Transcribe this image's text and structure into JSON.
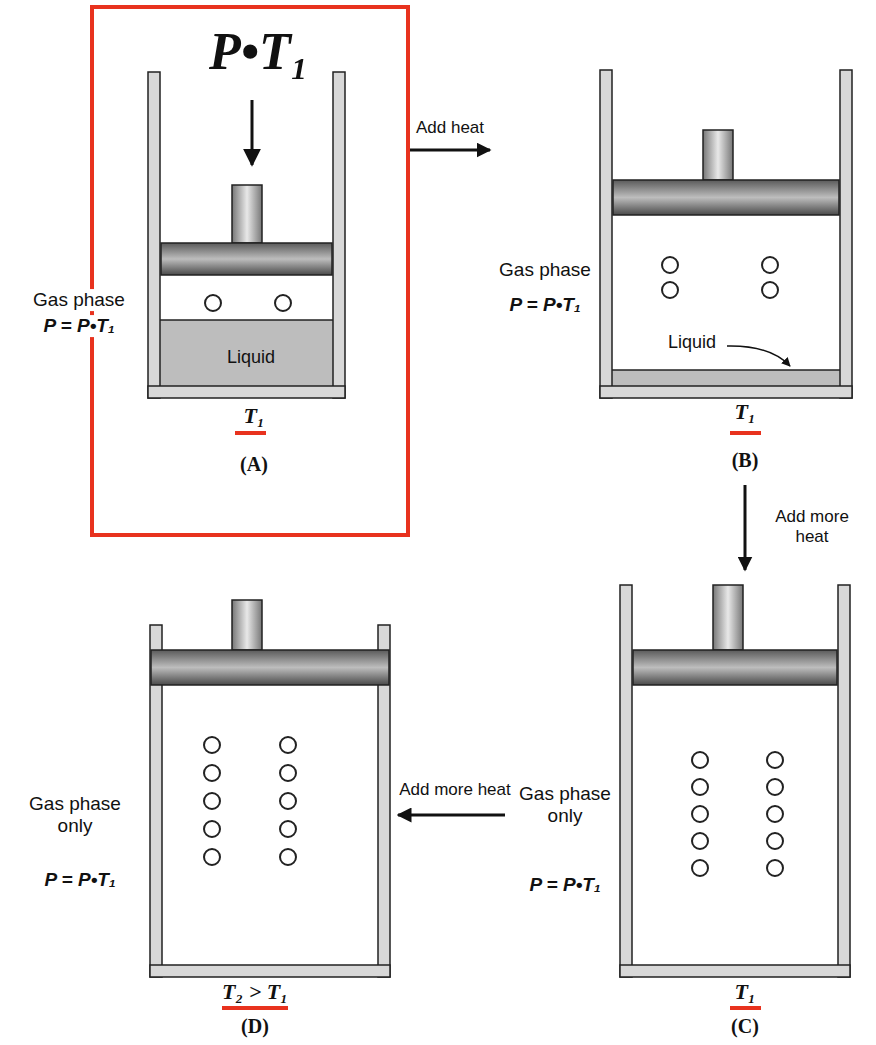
{
  "diagram": {
    "nodes": [
      {
        "text": [
          "P•T₁",
          "Gas phase",
          "P = P•T₁",
          "Liquid",
          "T₁",
          "(A)"
        ]
      },
      {
        "text": [
          "Gas phase",
          "P = P•T₁",
          "Liquid",
          "T₁",
          "(B)"
        ]
      },
      {
        "text": [
          "Gas phase only",
          "P = P•T₁",
          "T₁",
          "(C)"
        ]
      },
      {
        "text": [
          "Gas phase only",
          "P = P•T₁",
          "T₂ > T₁",
          "(D)"
        ]
      }
    ],
    "edges": [
      {
        "from": 0,
        "to": 1,
        "label": "Add heat",
        "arrow": "to"
      },
      {
        "from": 1,
        "to": 2,
        "label": "Add more heat",
        "arrow": "to"
      },
      {
        "from": 2,
        "to": 3,
        "label": "Add more heat",
        "arrow": "to"
      }
    ]
  }
}
